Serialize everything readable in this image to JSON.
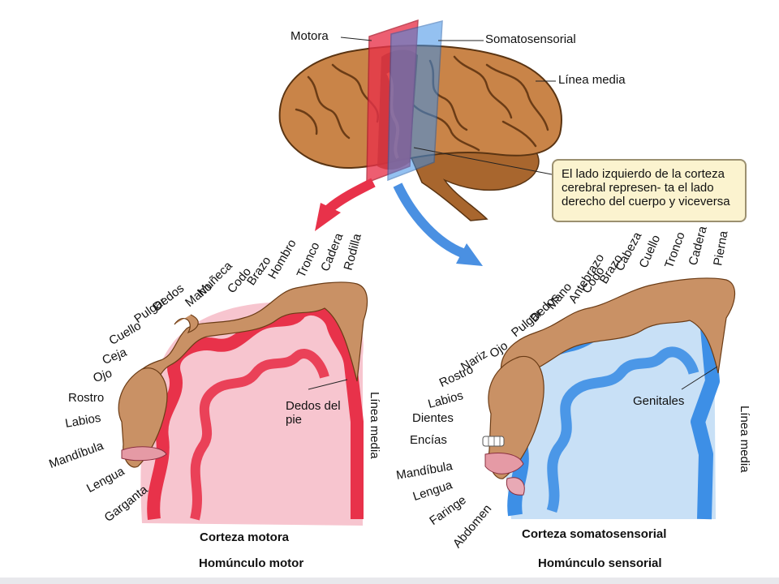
{
  "brain": {
    "label_motor": "Motora",
    "label_somatosensory": "Somatosensorial",
    "label_midline": "Línea media",
    "note": "El lado izquierdo de la corteza cerebral represen- ta el lado derecho del cuerpo y viceversa"
  },
  "motor": {
    "arc_labels": [
      "Rodilla",
      "Cadera",
      "Tronco",
      "Hombro",
      "Brazo",
      "Codo",
      "Muñeca",
      "Mano",
      "Dedos",
      "Pulgar",
      "Cuello",
      "Ceja",
      "Ojo",
      "Rostro",
      "Labios",
      "Mandíbula",
      "Lengua",
      "Garganta"
    ],
    "toes": "Dedos del pie",
    "midline": "Línea media",
    "caption_cortex": "Corteza motora",
    "caption_homunculus": "Homúnculo motor"
  },
  "sensory": {
    "arc_labels": [
      "Pierna",
      "Cadera",
      "Tronco",
      "Cuello",
      "Cabeza",
      "Brazo",
      "Codo",
      "Antebrazo",
      "Mano",
      "Dedos",
      "Pulgar",
      "Ojo",
      "Nariz",
      "Rostro",
      "Labios",
      "Dientes",
      "Encías",
      "Mandíbula",
      "Lengua",
      "Faringe",
      "Abdomen"
    ],
    "genitals": "Genitales",
    "midline": "Línea media",
    "caption_cortex": "Corteza somatosensorial",
    "caption_homunculus": "Homúnculo sensorial"
  },
  "colors": {
    "motor": "#e8324a",
    "sensory": "#3d8fe6",
    "brain": "#c47a3a",
    "skin": "#c99165"
  }
}
